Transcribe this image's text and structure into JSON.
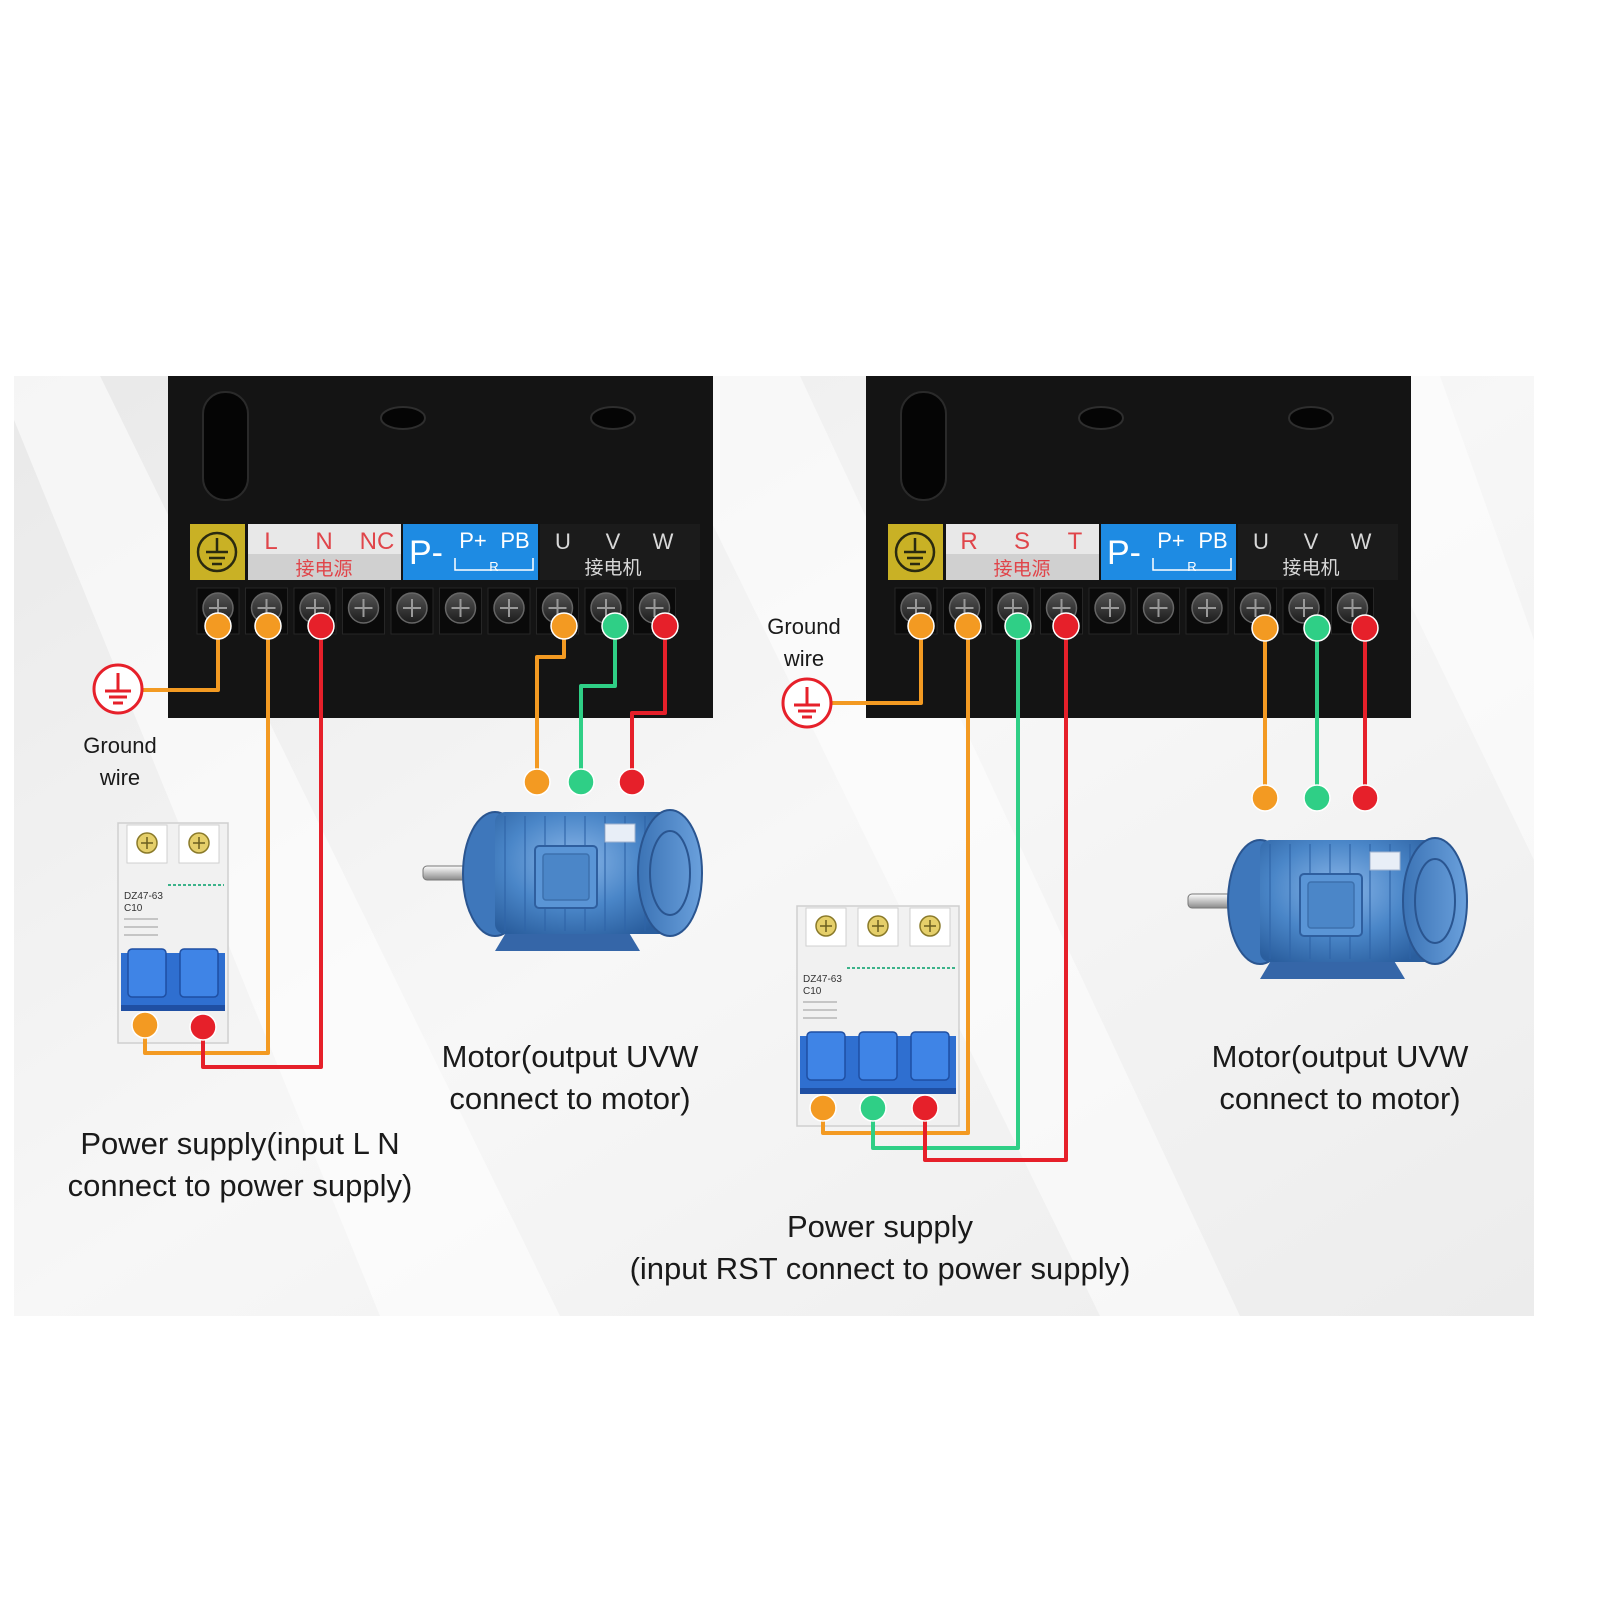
{
  "colors": {
    "orange": "#f39a22",
    "green": "#2fcf86",
    "red": "#e6202a",
    "inverter_body": "#141414",
    "terminal_label_blue": "#1e8be3",
    "ground_yellow": "#c9b125",
    "motor_blue": "#4a86c8",
    "breaker_blue": "#2f6fd0"
  },
  "left_inverter": {
    "ground_symbol": "ground-icon",
    "power_terminals": [
      "L",
      "N",
      "NC"
    ],
    "power_group_label": "接电源",
    "brake_terminals": [
      "P-",
      "P+",
      "PB"
    ],
    "brake_group_label": "R",
    "motor_terminals": [
      "U",
      "V",
      "W"
    ],
    "motor_group_label": "接电机"
  },
  "right_inverter": {
    "ground_symbol": "ground-icon",
    "power_terminals": [
      "R",
      "S",
      "T"
    ],
    "power_group_label": "接电源",
    "brake_terminals": [
      "P-",
      "P+",
      "PB"
    ],
    "brake_group_label": "R",
    "motor_terminals": [
      "U",
      "V",
      "W"
    ],
    "motor_group_label": "接电机"
  },
  "labels": {
    "left_ground": [
      "Ground",
      "wire"
    ],
    "right_ground": [
      "Ground",
      "wire"
    ],
    "left_motor": [
      "Motor(output UVW",
      "connect to motor)"
    ],
    "right_motor": [
      "Motor(output UVW",
      "connect to motor)"
    ],
    "left_power": [
      "Power supply(input L N",
      "connect to power supply)"
    ],
    "right_power": [
      "Power supply",
      "(input RST connect to power supply)"
    ]
  },
  "breakers": {
    "left_model": "DZ47-63",
    "left_rating": "C10",
    "right_model": "DZ47-63",
    "right_rating": "C10"
  }
}
